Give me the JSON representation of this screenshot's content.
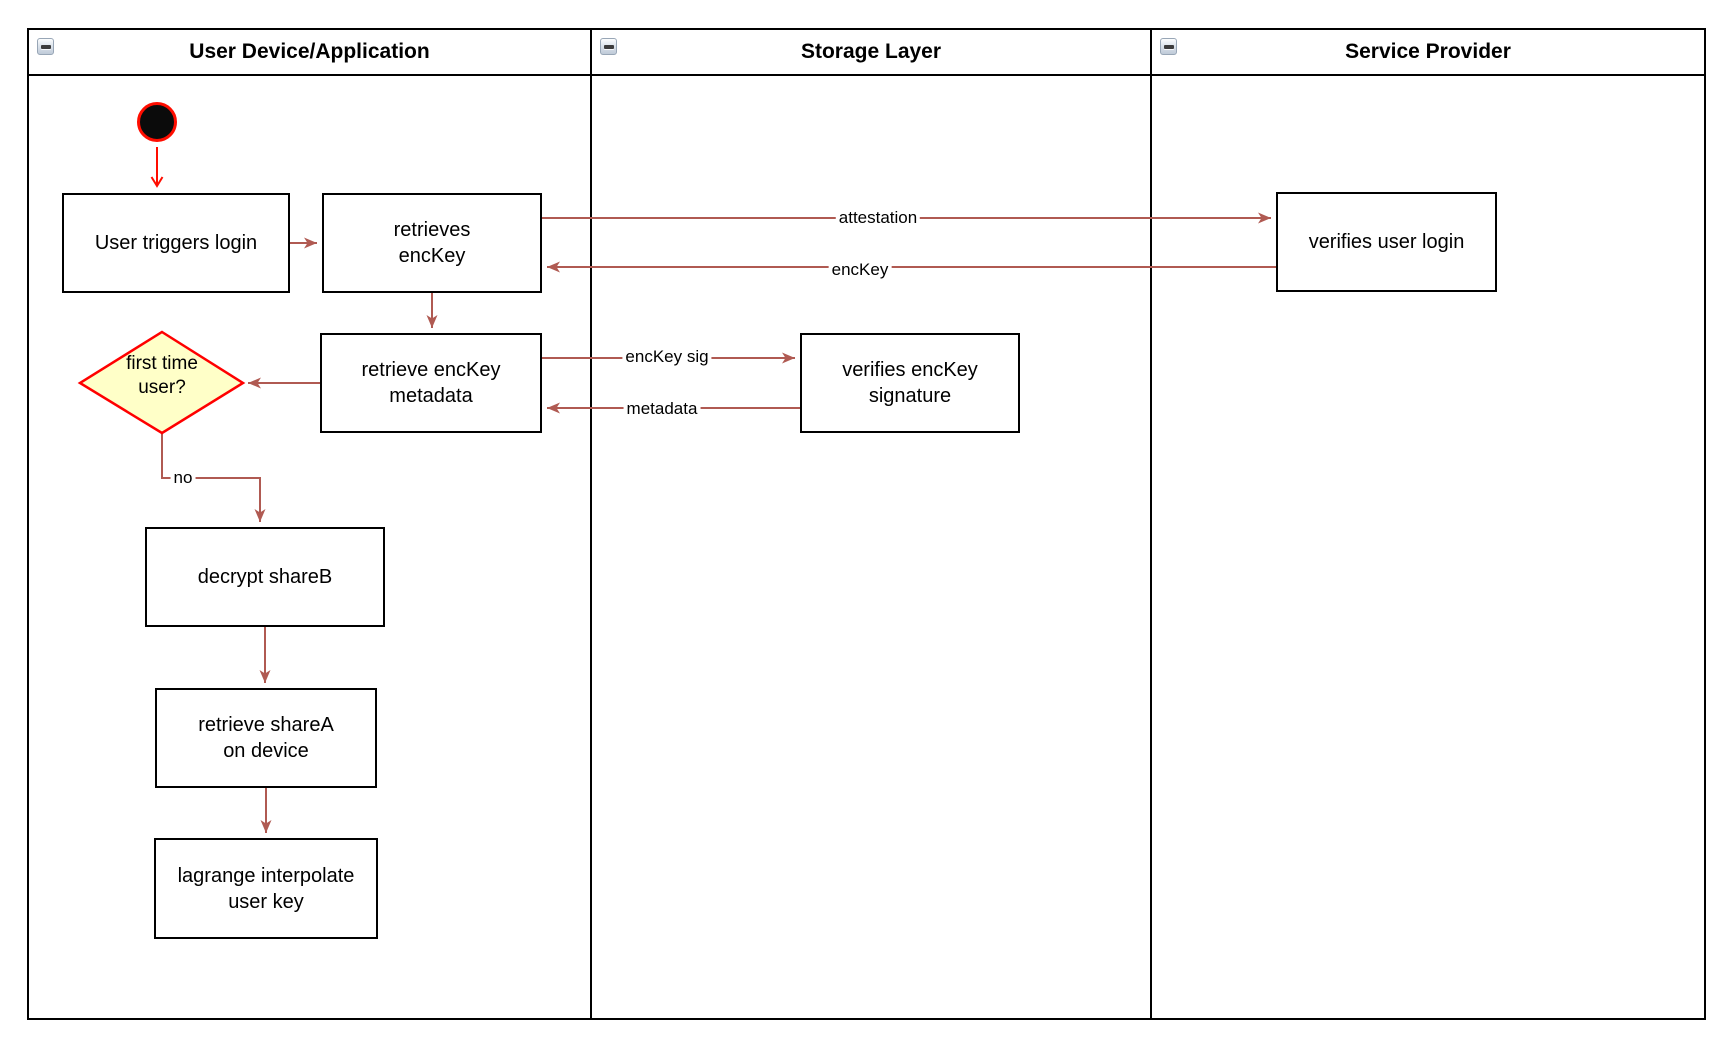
{
  "lanes": [
    {
      "title": "User Device/Application"
    },
    {
      "title": "Storage Layer"
    },
    {
      "title": "Service Provider"
    }
  ],
  "nodes": {
    "user_triggers_login": {
      "label": "User triggers login"
    },
    "retrieves_enckey": {
      "label": "retrieves\nencKey"
    },
    "retrieve_enckey_metadata": {
      "label": "retrieve encKey\nmetadata"
    },
    "first_time_user": {
      "label": "first time\nuser?"
    },
    "decrypt_shareb": {
      "label": "decrypt shareB"
    },
    "retrieve_sharea_on_device": {
      "label": "retrieve shareA\non device"
    },
    "lagrange_interpolate": {
      "label": "lagrange interpolate\nuser key"
    },
    "verifies_enckey_signature": {
      "label": "verifies encKey\nsignature"
    },
    "verifies_user_login": {
      "label": "verifies user login"
    }
  },
  "edge_labels": {
    "attestation": "attestation",
    "enckey": "encKey",
    "enckey_sig": "encKey sig",
    "metadata": "metadata",
    "no": "no"
  },
  "colors": {
    "edge_stroke": "#B05A52",
    "start_stroke": "#FF0D00",
    "diamond_fill": "#FFFFC8",
    "diamond_border": "#FF0000",
    "node_border": "#000000",
    "lane_border": "#000000"
  },
  "icons": {
    "collapse": "collapse-minus-icon"
  }
}
